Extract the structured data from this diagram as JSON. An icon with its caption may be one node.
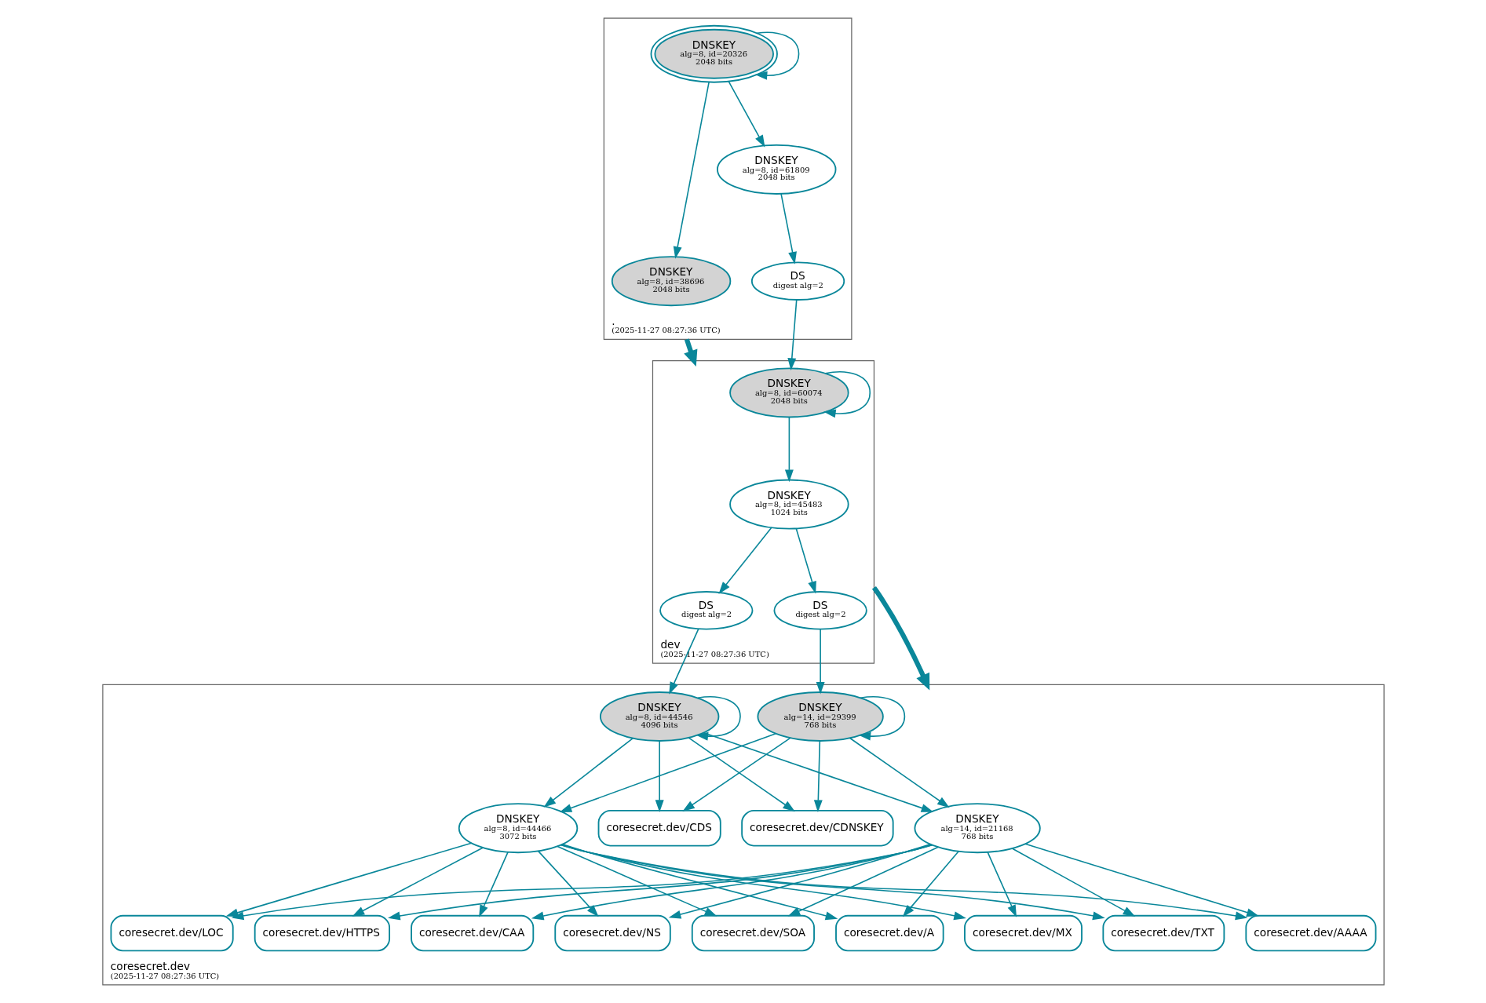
{
  "diagram": {
    "nodes": [
      {
        "text": [
          ".",
          "(2025-11-27 08:27:36 UTC)"
        ]
      },
      {
        "text": [
          "DNSKEY",
          "alg=8, id=20326",
          "2048 bits"
        ],
        "in": 0
      },
      {
        "text": [
          "DNSKEY",
          "alg=8, id=61809",
          "2048 bits"
        ],
        "in": 0
      },
      {
        "text": [
          "DNSKEY",
          "alg=8, id=38696",
          "2048 bits"
        ],
        "in": 0
      },
      {
        "text": [
          "DS",
          "digest alg=2"
        ],
        "in": 0
      },
      {
        "text": [
          "dev",
          "(2025-11-27 08:27:36 UTC)"
        ]
      },
      {
        "text": [
          "DNSKEY",
          "alg=8, id=60074",
          "2048 bits"
        ],
        "in": 5
      },
      {
        "text": [
          "DNSKEY",
          "alg=8, id=45483",
          "1024 bits"
        ],
        "in": 5
      },
      {
        "text": [
          "DS",
          "digest alg=2"
        ],
        "in": 5
      },
      {
        "text": [
          "DS",
          "digest alg=2"
        ],
        "in": 5
      },
      {
        "text": [
          "coresecret.dev",
          "(2025-11-27 08:27:36 UTC)"
        ]
      },
      {
        "text": [
          "DNSKEY",
          "alg=8, id=44546",
          "4096 bits"
        ],
        "in": 10
      },
      {
        "text": [
          "DNSKEY",
          "alg=14, id=29399",
          "768 bits"
        ],
        "in": 10
      },
      {
        "text": [
          "DNSKEY",
          "alg=14, id=21168",
          "768 bits"
        ],
        "in": 10
      },
      {
        "text": [
          "DNSKEY",
          "alg=8, id=44466",
          "3072 bits"
        ],
        "in": 10
      },
      {
        "text": [
          "coresecret.dev/CDS"
        ],
        "in": 10
      },
      {
        "text": [
          "coresecret.dev/CDNSKEY"
        ],
        "in": 10
      },
      {
        "text": [
          "coresecret.dev/HTTPS"
        ],
        "in": 10
      },
      {
        "text": [
          "coresecret.dev/CAA"
        ],
        "in": 10
      },
      {
        "text": [
          "coresecret.dev/NS"
        ],
        "in": 10
      },
      {
        "text": [
          "coresecret.dev/SOA"
        ],
        "in": 10
      },
      {
        "text": [
          "coresecret.dev/A"
        ],
        "in": 10
      },
      {
        "text": [
          "coresecret.dev/MX"
        ],
        "in": 10
      },
      {
        "text": [
          "coresecret.dev/TXT"
        ],
        "in": 10
      },
      {
        "text": [
          "coresecret.dev/AAAA"
        ],
        "in": 10
      },
      {
        "text": [
          "coresecret.dev/LOC"
        ],
        "in": 10
      }
    ],
    "edges": [
      {
        "from": 1,
        "to": 1,
        "arrow": "to"
      },
      {
        "from": 1,
        "to": 2,
        "arrow": "to"
      },
      {
        "from": 1,
        "to": 3,
        "arrow": "to"
      },
      {
        "from": 2,
        "to": 4,
        "arrow": "to"
      },
      {
        "from": 0,
        "to": 5,
        "arrow": "to",
        "style": "thick"
      },
      {
        "from": 4,
        "to": 6,
        "arrow": "to"
      },
      {
        "from": 6,
        "to": 6,
        "arrow": "to"
      },
      {
        "from": 6,
        "to": 7,
        "arrow": "to"
      },
      {
        "from": 7,
        "to": 8,
        "arrow": "to"
      },
      {
        "from": 7,
        "to": 9,
        "arrow": "to"
      },
      {
        "from": 5,
        "to": 10,
        "arrow": "to",
        "style": "thick"
      },
      {
        "from": 8,
        "to": 11,
        "arrow": "to"
      },
      {
        "from": 9,
        "to": 12,
        "arrow": "to"
      },
      {
        "from": 11,
        "to": 11,
        "arrow": "to"
      },
      {
        "from": 12,
        "to": 12,
        "arrow": "to"
      },
      {
        "from": 11,
        "to": 13,
        "arrow": "to"
      },
      {
        "from": 11,
        "to": 14,
        "arrow": "to"
      },
      {
        "from": 11,
        "to": 15,
        "arrow": "to"
      },
      {
        "from": 11,
        "to": 16,
        "arrow": "to"
      },
      {
        "from": 12,
        "to": 13,
        "arrow": "to"
      },
      {
        "from": 12,
        "to": 14,
        "arrow": "to"
      },
      {
        "from": 12,
        "to": 15,
        "arrow": "to"
      },
      {
        "from": 12,
        "to": 16,
        "arrow": "to"
      },
      {
        "from": 13,
        "to": 17,
        "arrow": "to"
      },
      {
        "from": 13,
        "to": 18,
        "arrow": "to"
      },
      {
        "from": 13,
        "to": 19,
        "arrow": "to"
      },
      {
        "from": 13,
        "to": 20,
        "arrow": "to"
      },
      {
        "from": 13,
        "to": 21,
        "arrow": "to"
      },
      {
        "from": 13,
        "to": 22,
        "arrow": "to"
      },
      {
        "from": 13,
        "to": 23,
        "arrow": "to"
      },
      {
        "from": 13,
        "to": 24,
        "arrow": "to"
      },
      {
        "from": 13,
        "to": 25,
        "arrow": "to"
      },
      {
        "from": 14,
        "to": 17,
        "arrow": "to"
      },
      {
        "from": 14,
        "to": 18,
        "arrow": "to"
      },
      {
        "from": 14,
        "to": 19,
        "arrow": "to"
      },
      {
        "from": 14,
        "to": 20,
        "arrow": "to"
      },
      {
        "from": 14,
        "to": 21,
        "arrow": "to"
      },
      {
        "from": 14,
        "to": 22,
        "arrow": "to"
      },
      {
        "from": 14,
        "to": 23,
        "arrow": "to"
      },
      {
        "from": 14,
        "to": 24,
        "arrow": "to"
      },
      {
        "from": 14,
        "to": 25,
        "arrow": "to"
      }
    ]
  }
}
